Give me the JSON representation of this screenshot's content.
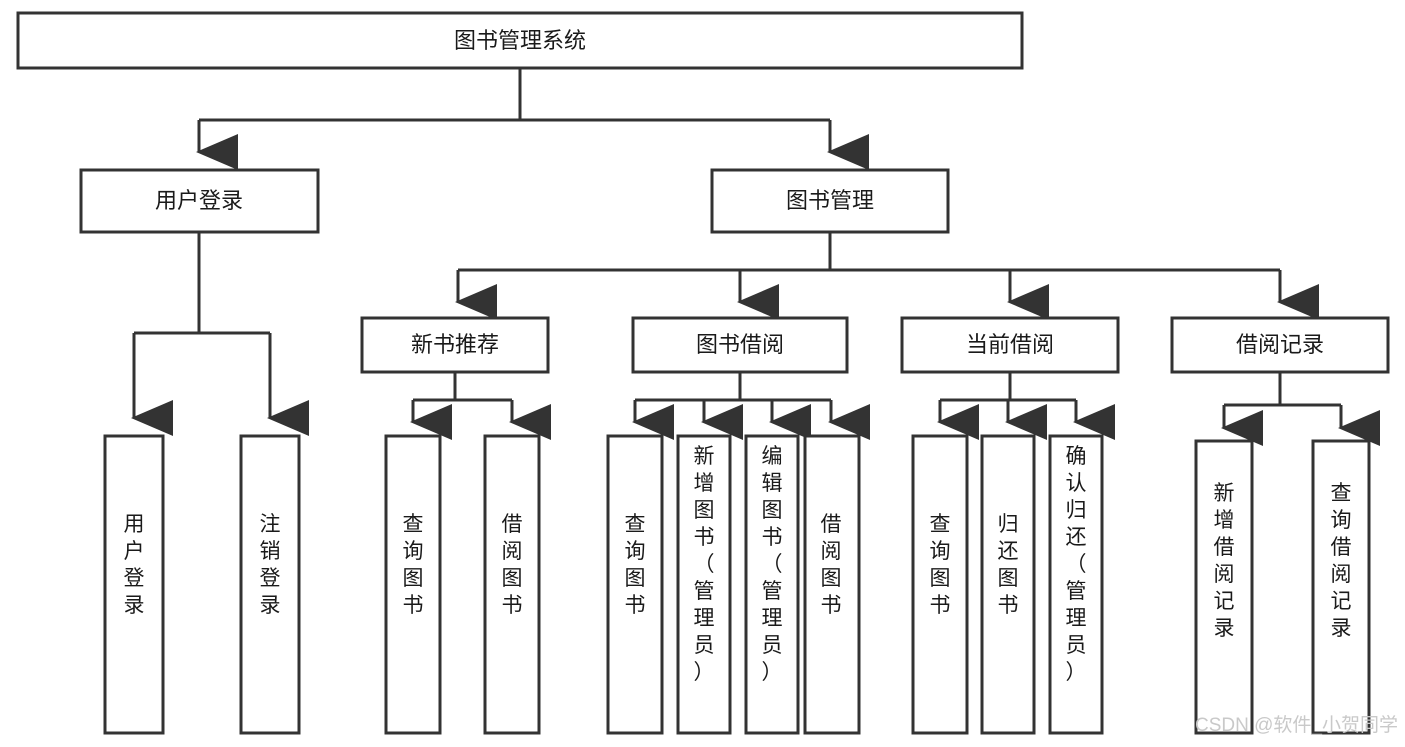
{
  "page": {
    "title": "图书管理系统",
    "background_color": "#ffffff",
    "line_color": "#333333",
    "text_color": "#1a1a1a",
    "watermark": "CSDN @软件_小贺同学",
    "watermark_color": "#c9c9c9"
  },
  "chart_data": {
    "type": "diagram",
    "diagram_kind": "tree",
    "title": "图书管理系统",
    "orientation": "top-down",
    "levels": 4,
    "nodes": [
      {
        "id": "root",
        "label": "图书管理系统",
        "level": 0,
        "parent": null
      },
      {
        "id": "login",
        "label": "用户登录",
        "level": 1,
        "parent": "root"
      },
      {
        "id": "bookmgmt",
        "label": "图书管理",
        "level": 1,
        "parent": "root"
      },
      {
        "id": "login-1",
        "label": "用户登录",
        "level": 2,
        "parent": "login"
      },
      {
        "id": "login-2",
        "label": "注销登录",
        "level": 2,
        "parent": "login"
      },
      {
        "id": "newbook",
        "label": "新书推荐",
        "level": 2,
        "parent": "bookmgmt"
      },
      {
        "id": "borrow",
        "label": "图书借阅",
        "level": 2,
        "parent": "bookmgmt"
      },
      {
        "id": "current",
        "label": "当前借阅",
        "level": 2,
        "parent": "bookmgmt"
      },
      {
        "id": "record",
        "label": "借阅记录",
        "level": 2,
        "parent": "bookmgmt"
      },
      {
        "id": "newbook-1",
        "label": "查询图书",
        "level": 3,
        "parent": "newbook"
      },
      {
        "id": "newbook-2",
        "label": "借阅图书",
        "level": 3,
        "parent": "newbook"
      },
      {
        "id": "borrow-1",
        "label": "查询图书",
        "level": 3,
        "parent": "borrow"
      },
      {
        "id": "borrow-2",
        "label": "新增图书（管理员）",
        "level": 3,
        "parent": "borrow"
      },
      {
        "id": "borrow-3",
        "label": "编辑图书（管理员）",
        "level": 3,
        "parent": "borrow"
      },
      {
        "id": "borrow-4",
        "label": "借阅图书",
        "level": 3,
        "parent": "borrow"
      },
      {
        "id": "current-1",
        "label": "查询图书",
        "level": 3,
        "parent": "current"
      },
      {
        "id": "current-2",
        "label": "归还图书",
        "level": 3,
        "parent": "current"
      },
      {
        "id": "current-3",
        "label": "确认归还（管理员）",
        "level": 3,
        "parent": "current"
      },
      {
        "id": "record-1",
        "label": "新增借阅记录",
        "level": 3,
        "parent": "record"
      },
      {
        "id": "record-2",
        "label": "查询借阅记录",
        "level": 3,
        "parent": "record"
      }
    ]
  },
  "nodes": {
    "root": {
      "label": "图书管理系统"
    },
    "login": {
      "label": "用户登录"
    },
    "bookmgmt": {
      "label": "图书管理"
    },
    "login_1": {
      "label": "用户登录"
    },
    "login_2": {
      "label": "注销登录"
    },
    "newbook": {
      "label": "新书推荐"
    },
    "borrow": {
      "label": "图书借阅"
    },
    "current": {
      "label": "当前借阅"
    },
    "record": {
      "label": "借阅记录"
    },
    "newbook_1": {
      "label": "查询图书"
    },
    "newbook_2": {
      "label": "借阅图书"
    },
    "borrow_1": {
      "label": "查询图书"
    },
    "borrow_2": {
      "label": "新增图书（管理员）"
    },
    "borrow_3": {
      "label": "编辑图书（管理员）"
    },
    "borrow_4": {
      "label": "借阅图书"
    },
    "current_1": {
      "label": "查询图书"
    },
    "current_2": {
      "label": "归还图书"
    },
    "current_3": {
      "label": "确认归还（管理员）"
    },
    "record_1": {
      "label": "新增借阅记录"
    },
    "record_2": {
      "label": "查询借阅记录"
    }
  }
}
